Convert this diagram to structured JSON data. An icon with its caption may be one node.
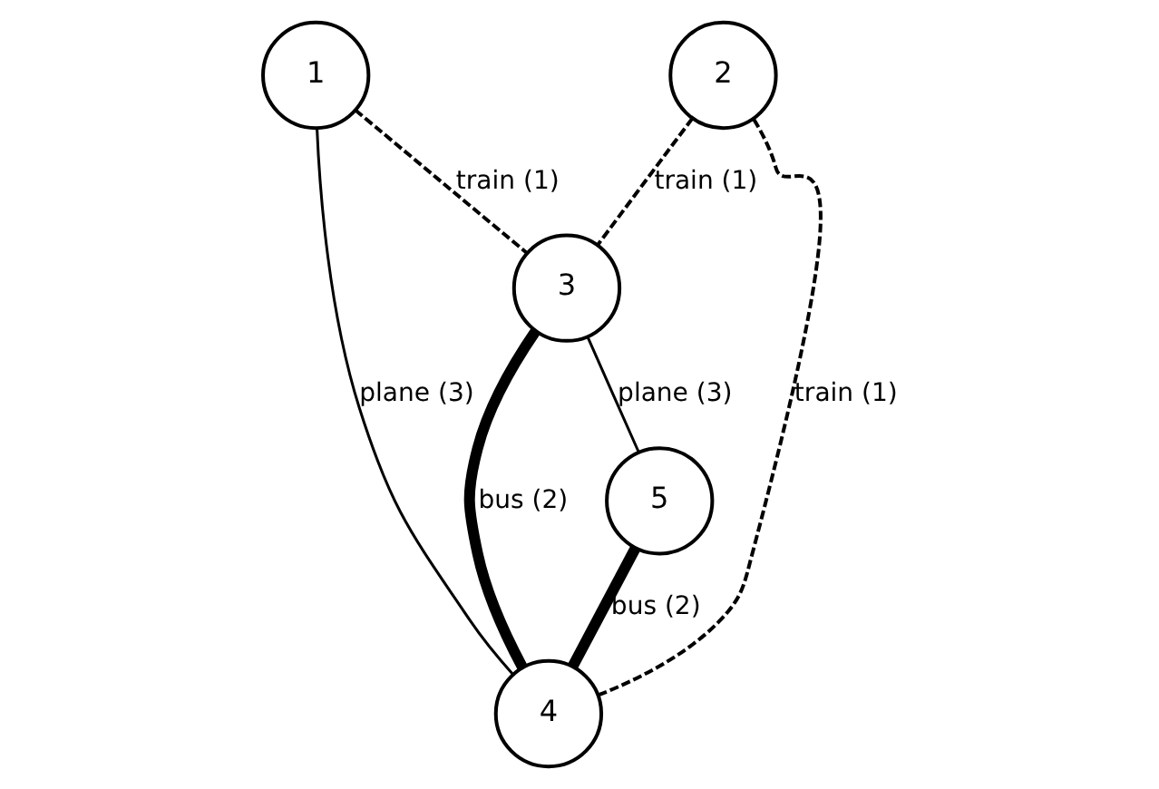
{
  "diagram": {
    "nodes": [
      {
        "text": [
          "1"
        ]
      },
      {
        "text": [
          "2"
        ]
      },
      {
        "text": [
          "3"
        ]
      },
      {
        "text": [
          "4"
        ]
      },
      {
        "text": [
          "5"
        ]
      }
    ],
    "edges": [
      {
        "from": 0,
        "to": 2,
        "arrow": "none",
        "label": "train (1)",
        "style": "dashed"
      },
      {
        "from": 1,
        "to": 2,
        "arrow": "none",
        "label": "train (1)",
        "style": "dashed"
      },
      {
        "from": 2,
        "to": 4,
        "arrow": "none",
        "label": "plane (3)"
      },
      {
        "from": 2,
        "to": 3,
        "arrow": "none",
        "label": "bus (2)",
        "style": "thick"
      },
      {
        "from": 1,
        "to": 3,
        "arrow": "none",
        "label": "train (1)",
        "style": "dashed"
      },
      {
        "from": 0,
        "to": 3,
        "arrow": "none",
        "label": "plane (3)"
      },
      {
        "from": 4,
        "to": 3,
        "arrow": "none",
        "label": "bus (2)",
        "style": "thick"
      }
    ]
  }
}
